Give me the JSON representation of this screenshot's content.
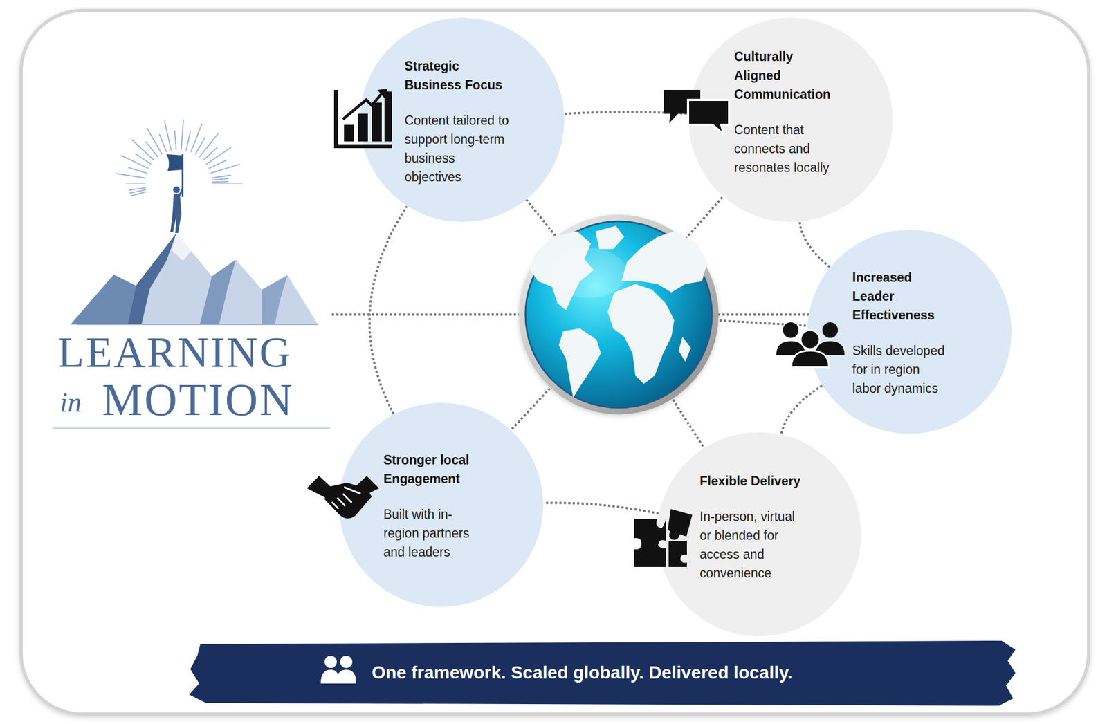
{
  "diagram": {
    "nodes": [
      {
        "text": [
          "Strategic Business Focus",
          "Content tailored to support long-term business objectives"
        ]
      },
      {
        "text": [
          "Culturally Aligned Communication",
          "Content that connects and resonates locally"
        ]
      },
      {
        "text": [
          "Increased Leader Effectiveness",
          "Skills developed for in region labor dynamics"
        ]
      },
      {
        "text": [
          "Stronger local Engagement",
          "Built with in-region partners and leaders"
        ]
      },
      {
        "text": [
          "Flexible Delivery",
          "In-person, virtual or blended for access and convenience"
        ]
      },
      {
        "text": [
          "One framework. Scaled globally. Delivered locally."
        ]
      }
    ],
    "edges": [
      {
        "from": 0,
        "to": 1,
        "arrow": "none"
      },
      {
        "from": 1,
        "to": 2,
        "arrow": "none"
      },
      {
        "from": 2,
        "to": 4,
        "arrow": "none"
      },
      {
        "from": 4,
        "to": 3,
        "arrow": "none"
      },
      {
        "from": 3,
        "to": 0,
        "arrow": "none"
      }
    ],
    "labels": [
      "LEARNING",
      "in",
      "MOTION"
    ]
  }
}
